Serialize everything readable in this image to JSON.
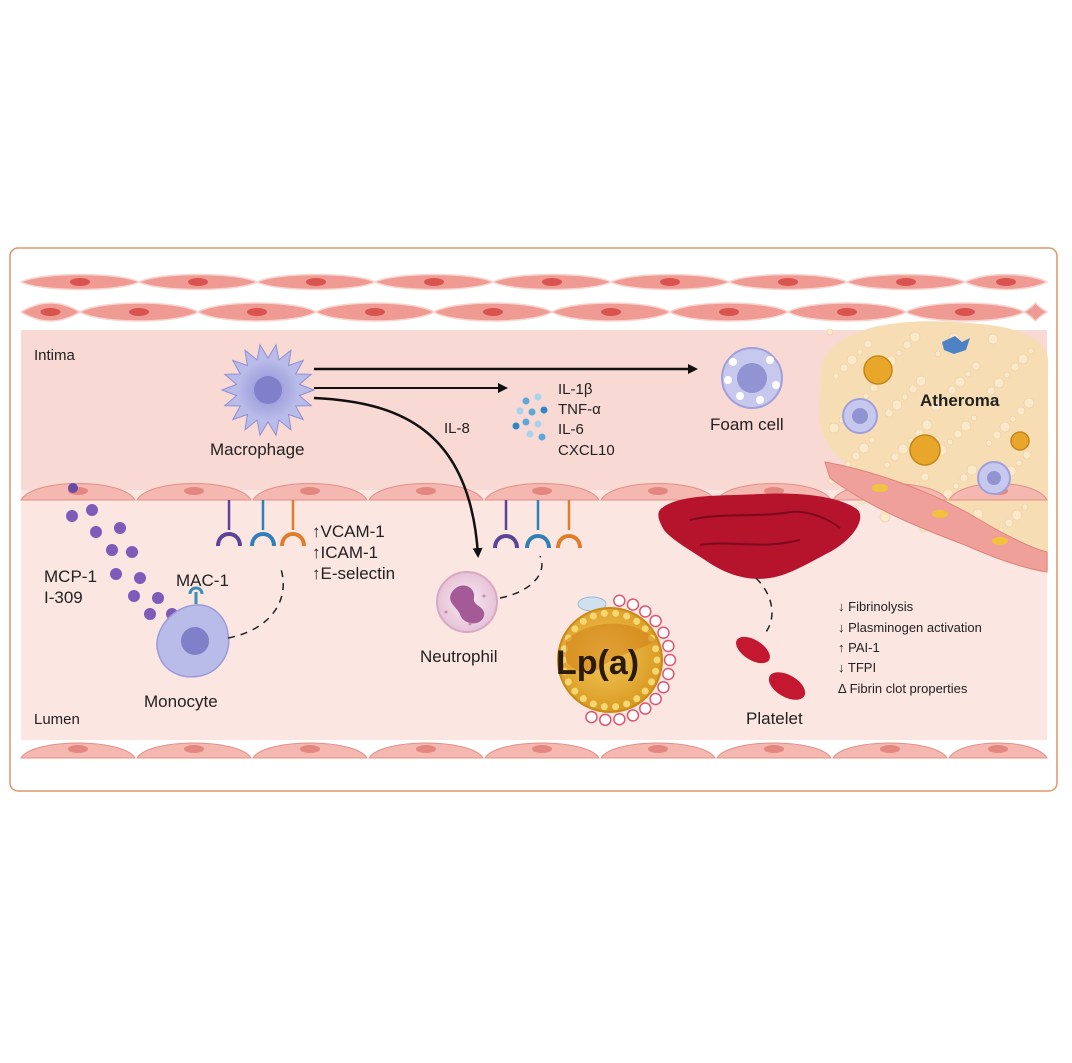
{
  "regions": {
    "intima": "Intima",
    "lumen": "Lumen"
  },
  "cells": {
    "macrophage": "Macrophage",
    "foam_cell": "Foam cell",
    "atheroma": "Atheroma",
    "monocyte": "Monocyte",
    "neutrophil": "Neutrophil",
    "platelet": "Platelet",
    "lpa": "Lp(a)"
  },
  "cytokines": [
    "IL-1β",
    "TNF-α",
    "IL-6",
    "CXCL10"
  ],
  "il8": "IL-8",
  "chemokines": [
    "MCP-1",
    "I-309"
  ],
  "mac1": "MAC-1",
  "adhesion_molecules": [
    "VCAM-1",
    "ICAM-1",
    "E-selectin"
  ],
  "fibrinolysis_effects": [
    {
      "arrow": "↓",
      "text": "Fibrinolysis"
    },
    {
      "arrow": "↓",
      "text": "Plasminogen activation"
    },
    {
      "arrow": "↑",
      "text": "PAI-1"
    },
    {
      "arrow": "↓",
      "text": "TFPI"
    },
    {
      "arrow": "Δ",
      "text": "Fibrin clot properties"
    }
  ],
  "colors": {
    "frame": "#e2956c",
    "intima": "#f9d9d4",
    "lumen": "#fbe6e2",
    "smooth_muscle": "#ef9a93",
    "endothelium": "#f4b8b1",
    "macrophage": "#a7a8df",
    "thrombus": "#b5142c",
    "atheroma": "#f7ddb4",
    "lpa": "#e8b23e"
  }
}
